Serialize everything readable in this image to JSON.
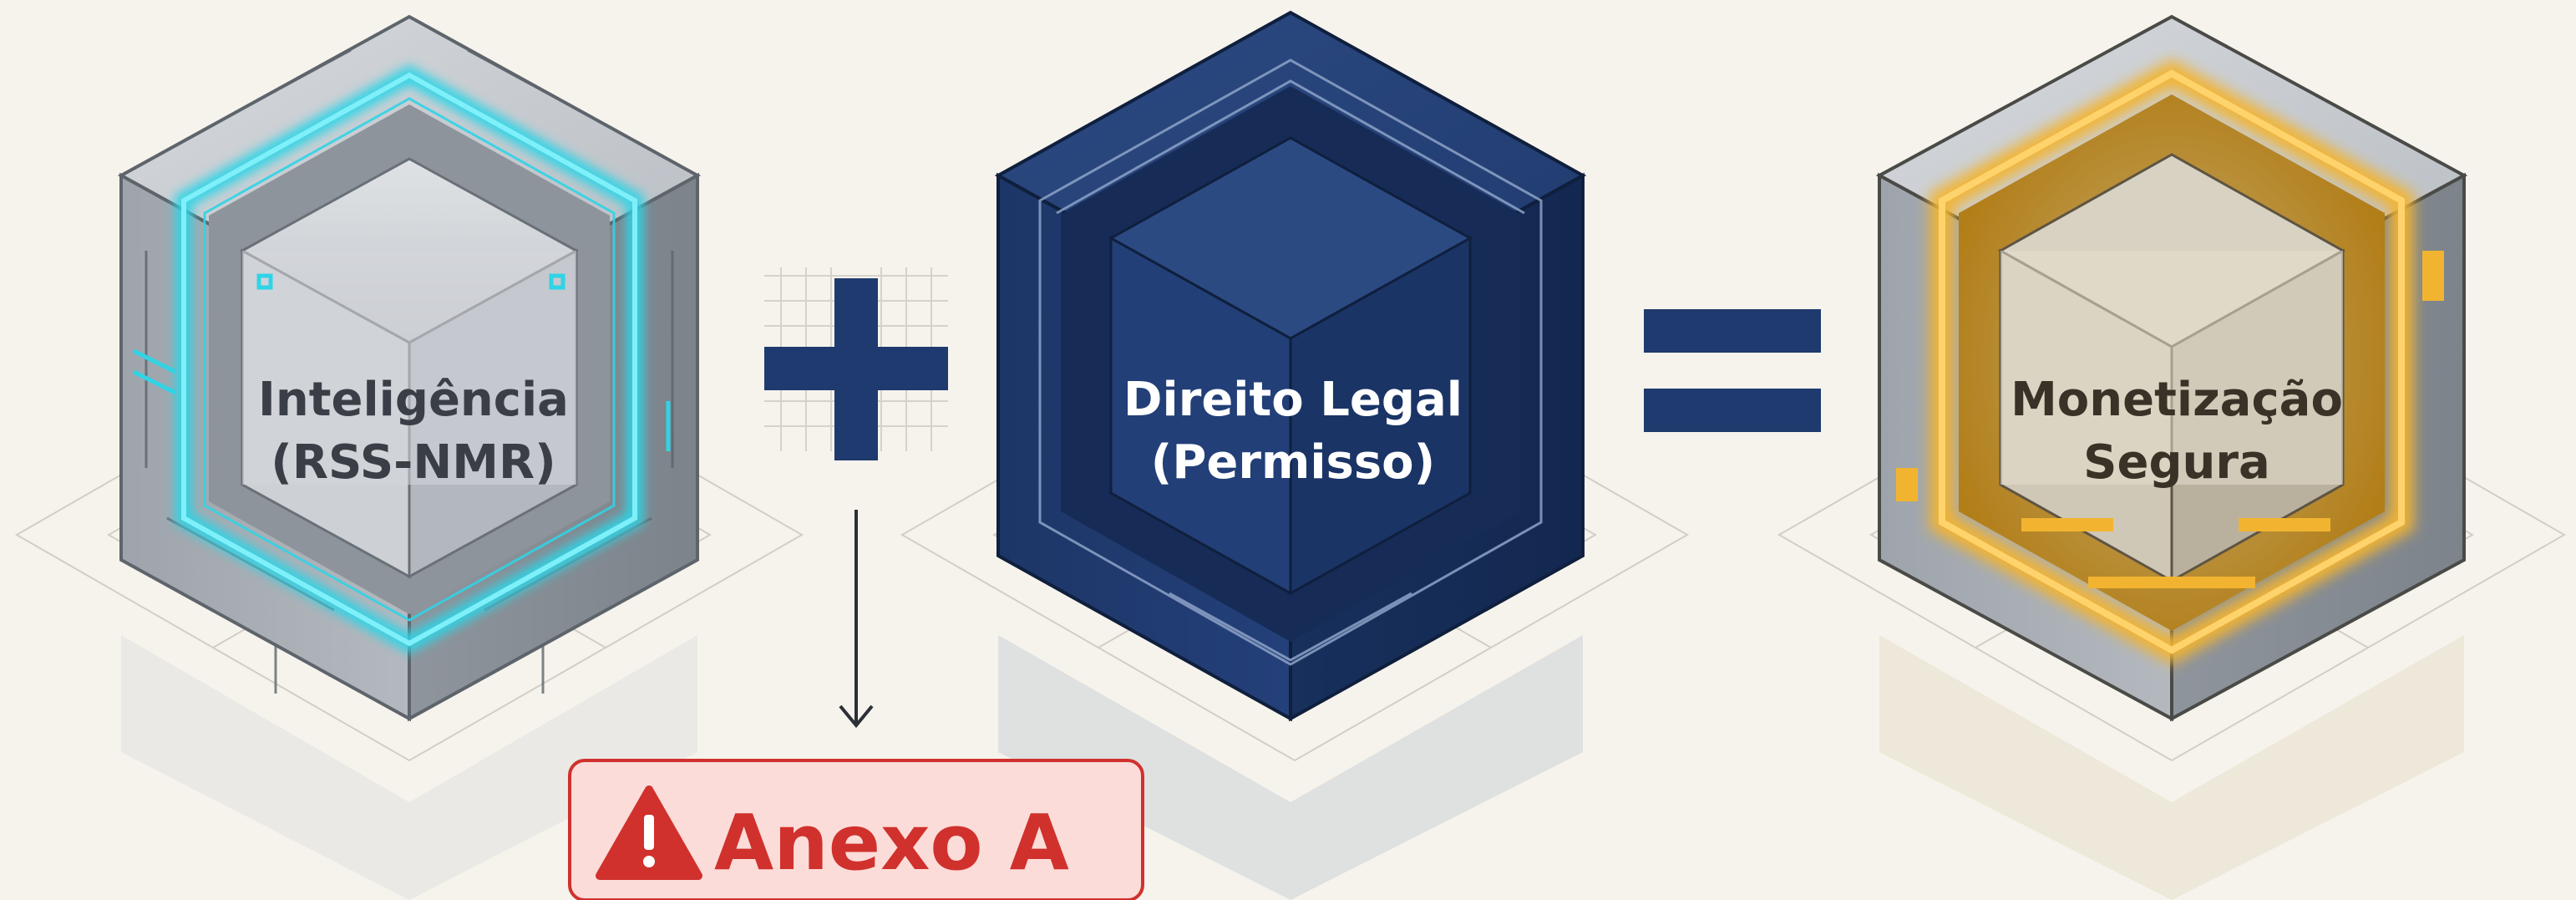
{
  "diagram": {
    "cubes": [
      {
        "id": "inteligencia",
        "line1": "Inteligência",
        "line2": "(RSS-NMR)",
        "accent": "#2fd4e6",
        "text_color": "#3a3f47"
      },
      {
        "id": "direito-legal",
        "line1": "Direito Legal",
        "line2": "(Permisso)",
        "accent": "#1f3a6e",
        "text_color": "#ffffff"
      },
      {
        "id": "monetizacao",
        "line1": "Monetização",
        "line2": "Segura",
        "accent": "#f2b430",
        "text_color": "#3a3227"
      }
    ],
    "operators": {
      "plus": "+",
      "equals": "="
    },
    "warning": {
      "icon": "warning-triangle-icon",
      "label": "Anexo A",
      "color": "#d0312d",
      "background": "#fbdcd8"
    },
    "colors": {
      "background": "#f6f3ec",
      "navy": "#1f3a6e",
      "gray_face": "#b9bec4",
      "cyan_glow": "#2fd4e6",
      "gold_glow": "#f2b430"
    }
  }
}
